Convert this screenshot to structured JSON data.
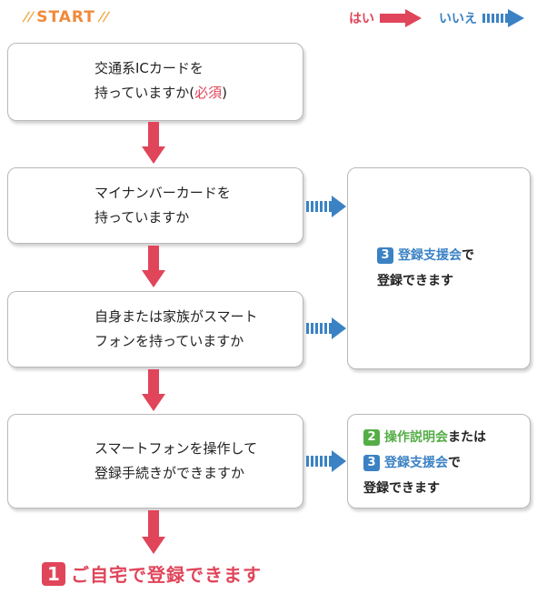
{
  "start_label": "START",
  "legend": {
    "yes": "はい",
    "no": "いいえ"
  },
  "q1": {
    "line1": "交通系ICカードを",
    "line2_pre": "持っていますか(",
    "line2_em": "必須",
    "line2_post": ")"
  },
  "q2": {
    "line1": "マイナンバーカードを",
    "line2": "持っていますか"
  },
  "q3": {
    "line1": "自身または家族がスマート",
    "line2": "フォンを持っていますか"
  },
  "q4": {
    "line1": "スマートフォンを操作して",
    "line2": "登録手続きができますか"
  },
  "result_a": {
    "badge": "3",
    "name": "登録支援会",
    "suffix": "で",
    "line2": "登録できます"
  },
  "result_b": {
    "badge1": "2",
    "name1": "操作説明会",
    "suffix1": "または",
    "badge2": "3",
    "name2": "登録支援会",
    "suffix2": "で",
    "line3": "登録できます"
  },
  "final": {
    "badge": "1",
    "text": "ご自宅で登録できます"
  },
  "colors": {
    "yes": "#e0455a",
    "no": "#3b82c4",
    "start": "#f08a3a",
    "green": "#55ad47"
  }
}
